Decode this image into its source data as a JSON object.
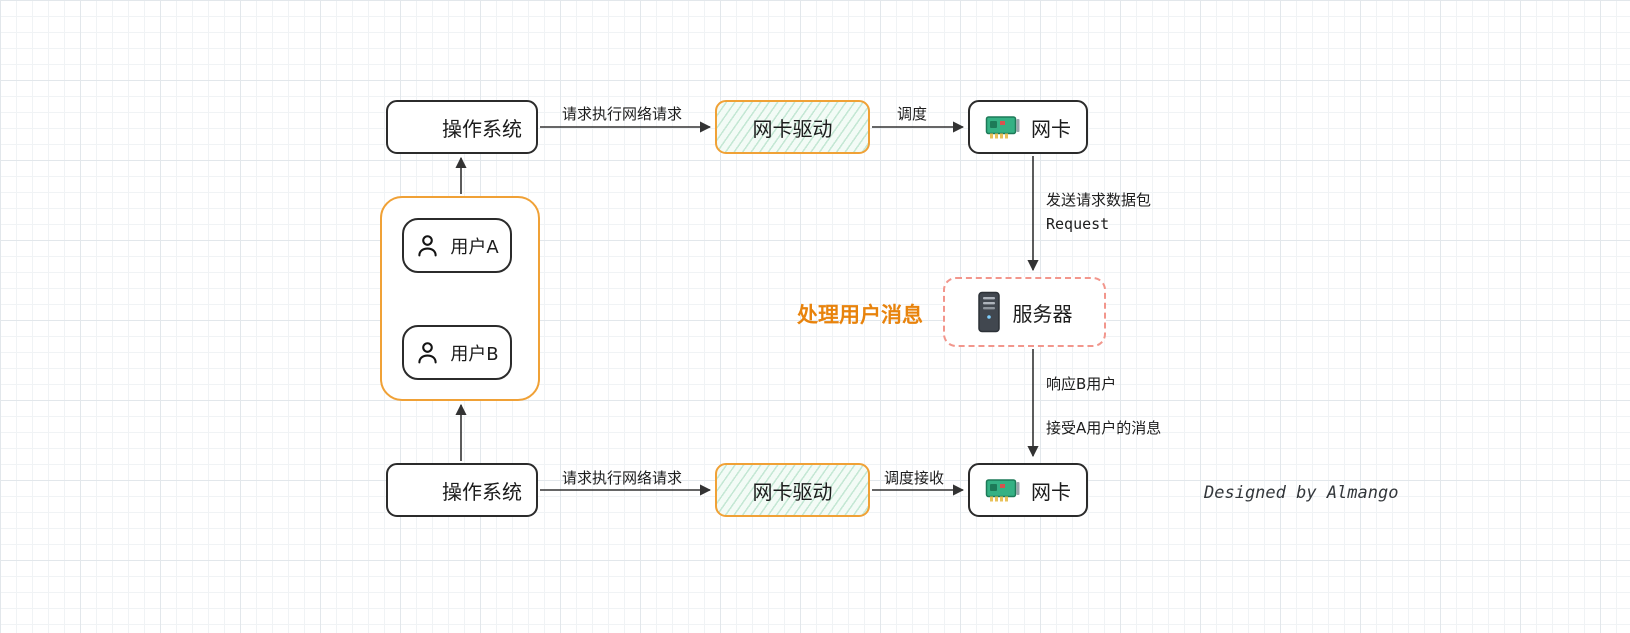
{
  "diagram": {
    "nodes": {
      "os_top": "操作系统",
      "driver_top": "网卡驱动",
      "nic_top": "网卡",
      "server": "服务器",
      "user_a": "用户A",
      "user_b": "用户B",
      "os_bottom": "操作系统",
      "driver_bottom": "网卡驱动",
      "nic_bottom": "网卡"
    },
    "edge_labels": {
      "os_to_driver_top": "请求执行网络请求",
      "driver_to_nic_top": "调度",
      "nic_to_server_1": "发送请求数据包",
      "nic_to_server_2": "Request",
      "server_to_nic_1": "响应B用户",
      "server_to_nic_2": "接受A用户的消息",
      "os_to_driver_bottom": "请求执行网络请求",
      "driver_to_nic_bottom": "调度接收"
    },
    "annotations": {
      "server_note": "处理用户消息",
      "credit": "Designed by Almango"
    },
    "colors": {
      "box_border": "#2b2b2b",
      "container_orange": "#f0a136",
      "driver_fill": "#f3fbf6",
      "driver_hatch": "#48b47a",
      "server_border": "#f2968c",
      "note_orange": "#e8830c",
      "windows_blue": "#0e7ad3",
      "nic_green": "#35b184",
      "server_dark": "#41474f",
      "arrow": "#333333"
    }
  }
}
